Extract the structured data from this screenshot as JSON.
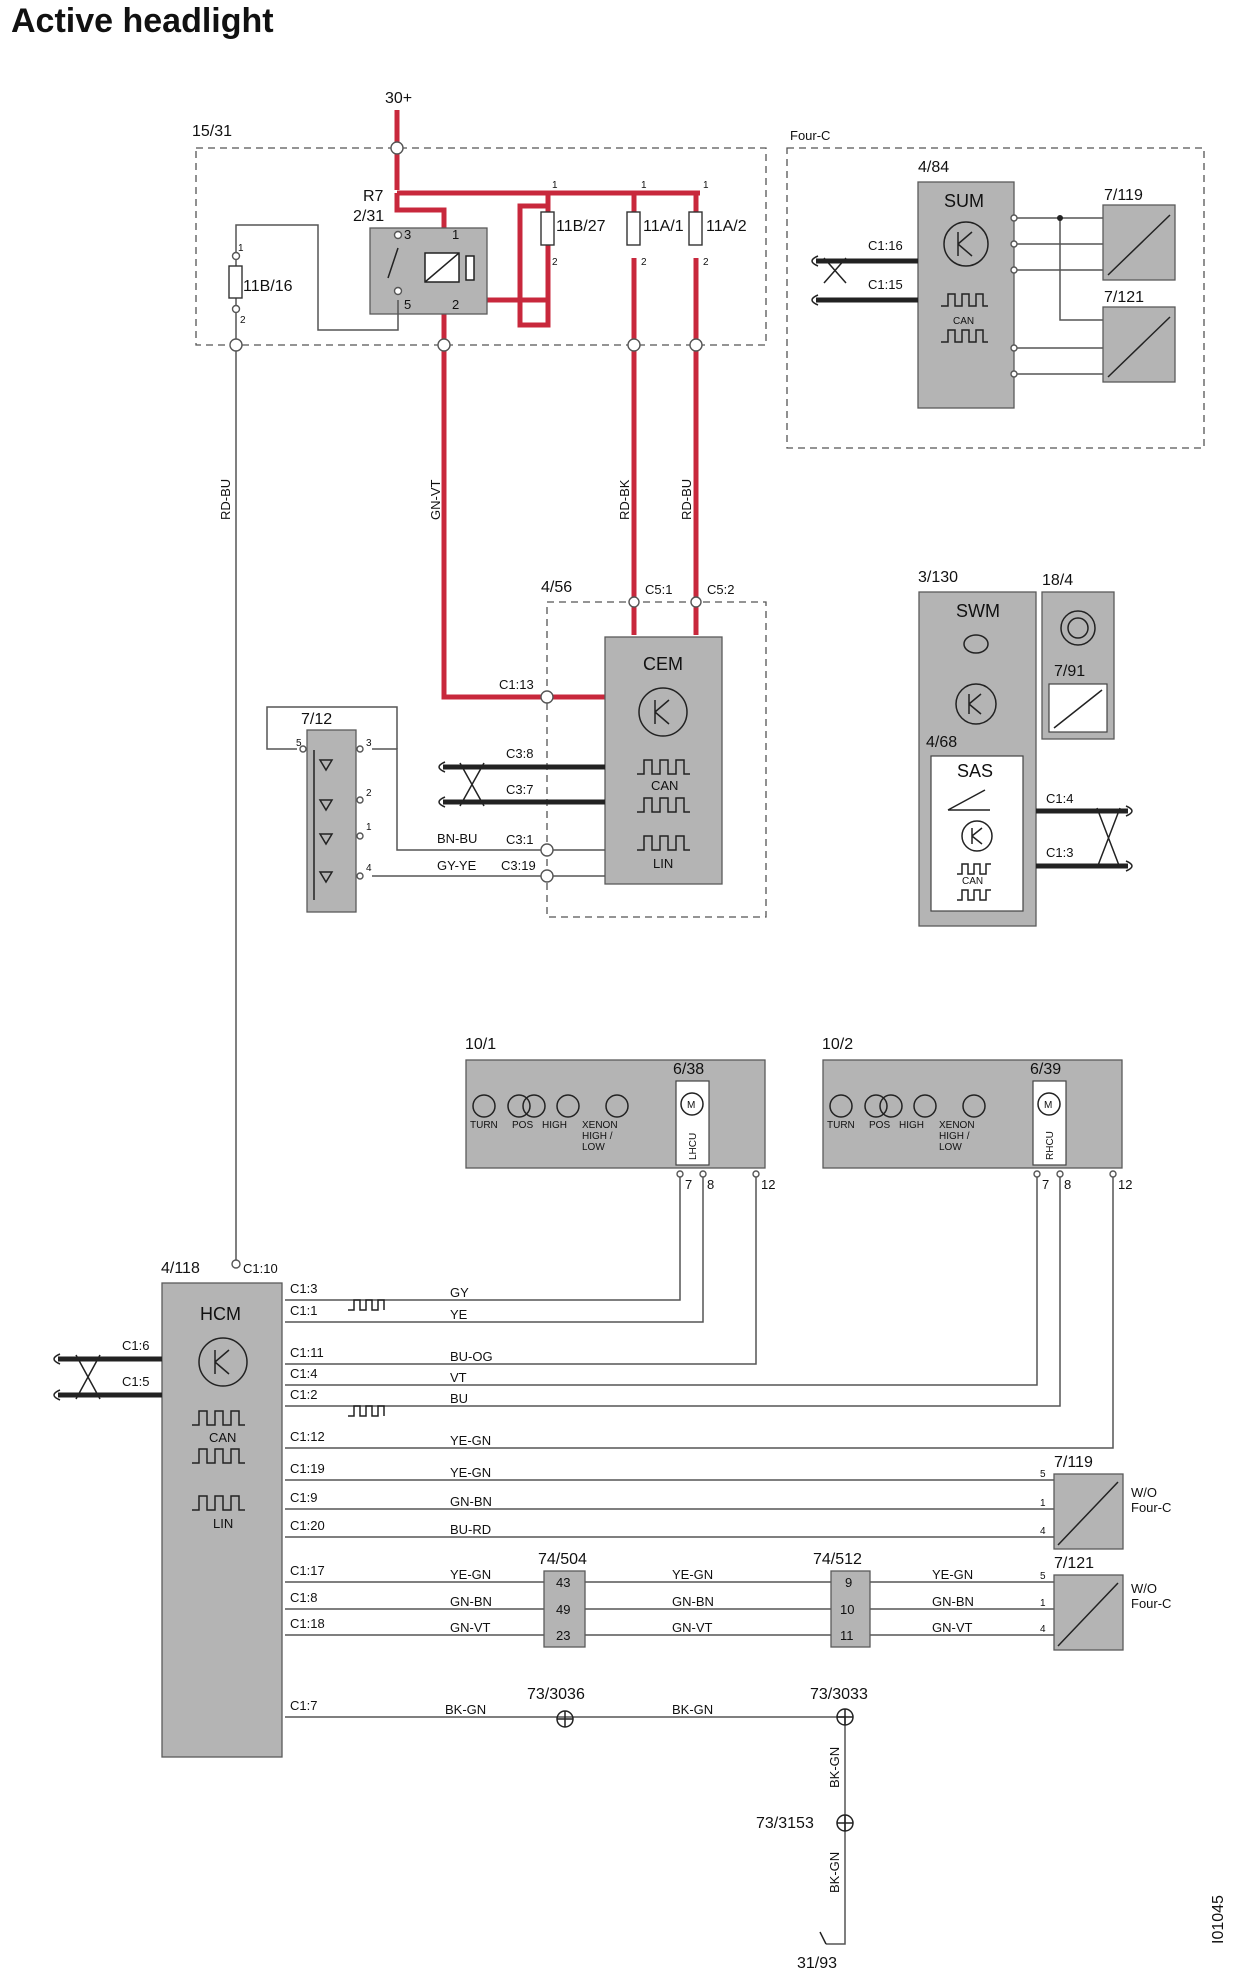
{
  "title": "Active headlight",
  "doc_id": "I01045",
  "supply": "30+",
  "ground": "31/93",
  "modules": {
    "fusebox": {
      "id": "15/31"
    },
    "relay": {
      "id": "2/31",
      "ref": "R7",
      "pins": [
        "3",
        "1",
        "5",
        "2"
      ]
    },
    "fuse_11b16": {
      "id": "11B/16",
      "pins": [
        "1",
        "2"
      ]
    },
    "fuse_11b27": {
      "id": "11B/27",
      "pins": [
        "1",
        "2"
      ]
    },
    "fuse_11a1": {
      "id": "11A/1",
      "pins": [
        "1",
        "2"
      ]
    },
    "fuse_11a2": {
      "id": "11A/2",
      "pins": [
        "1",
        "2"
      ]
    },
    "four_c": {
      "label": "Four-C"
    },
    "sum": {
      "id": "4/84",
      "name": "SUM",
      "can": "CAN",
      "pins": [
        "C1:16",
        "C1:15"
      ]
    },
    "sensor_7119_top": {
      "id": "7/119"
    },
    "sensor_7121_top": {
      "id": "7/121"
    },
    "cem": {
      "id": "4/56",
      "name": "CEM",
      "can": "CAN",
      "lin": "LIN",
      "pins": [
        "C5:1",
        "C5:2",
        "C1:13",
        "C3:8",
        "C3:7",
        "C3:1",
        "C3:19"
      ]
    },
    "switch_712": {
      "id": "7/12",
      "pins": [
        "5",
        "3",
        "2",
        "1",
        "4"
      ]
    },
    "swm": {
      "id": "3/130",
      "name": "SWM"
    },
    "sensor_184": {
      "id": "18/4"
    },
    "sensor_791": {
      "id": "7/91"
    },
    "sas": {
      "id": "4/68",
      "name": "SAS",
      "can": "CAN",
      "pins": [
        "C1:4",
        "C1:3"
      ]
    },
    "headlamp_left": {
      "id": "10/1",
      "motor_id": "6/38",
      "motor_ref": "LHCU",
      "bulbs": [
        "TURN",
        "POS",
        "HIGH",
        "XENON",
        "HIGH /",
        "LOW"
      ],
      "pins": [
        "7",
        "8",
        "12"
      ],
      "motor": "M"
    },
    "headlamp_right": {
      "id": "10/2",
      "motor_id": "6/39",
      "motor_ref": "RHCU",
      "bulbs": [
        "TURN",
        "POS",
        "HIGH",
        "XENON",
        "HIGH /",
        "LOW"
      ],
      "pins": [
        "7",
        "8",
        "12"
      ],
      "motor": "M"
    },
    "hcm": {
      "id": "4/118",
      "name": "HCM",
      "can": "CAN",
      "lin": "LIN",
      "top_pin": "C1:10",
      "can_pins": [
        "C1:6",
        "C1:5"
      ]
    },
    "sensor_7119": {
      "id": "7/119",
      "note": [
        "W/O",
        "Four-C"
      ],
      "pins": [
        "5",
        "1",
        "4"
      ]
    },
    "sensor_7121": {
      "id": "7/121",
      "note": [
        "W/O",
        "Four-C"
      ],
      "pins": [
        "5",
        "1",
        "4"
      ]
    },
    "connector_74504": {
      "id": "74/504",
      "pins": [
        "43",
        "49",
        "23"
      ]
    },
    "connector_74512": {
      "id": "74/512",
      "pins": [
        "9",
        "10",
        "11"
      ]
    },
    "splice_73036": {
      "id": "73/3036"
    },
    "splice_73033": {
      "id": "73/3033"
    },
    "splice_73153": {
      "id": "73/3153"
    }
  },
  "wire_colors": {
    "rd_bu_left": "RD-BU",
    "gn_vt": "GN-VT",
    "rd_bk": "RD-BK",
    "rd_bu": "RD-BU",
    "bn_bu": "BN-BU",
    "gy_ye": "GY-YE",
    "bk_gn": "BK-GN"
  },
  "hcm_wires": [
    {
      "pin": "C1:3",
      "color": "GY"
    },
    {
      "pin": "C1:1",
      "color": "YE"
    },
    {
      "pin": "C1:11",
      "color": "BU-OG"
    },
    {
      "pin": "C1:4",
      "color": "VT"
    },
    {
      "pin": "C1:2",
      "color": "BU"
    },
    {
      "pin": "C1:12",
      "color": "YE-GN"
    },
    {
      "pin": "C1:19",
      "color": "YE-GN"
    },
    {
      "pin": "C1:9",
      "color": "GN-BN"
    },
    {
      "pin": "C1:20",
      "color": "BU-RD"
    },
    {
      "pin": "C1:17",
      "color": "YE-GN"
    },
    {
      "pin": "C1:8",
      "color": "GN-BN"
    },
    {
      "pin": "C1:18",
      "color": "GN-VT"
    },
    {
      "pin": "C1:7",
      "color": "BK-GN"
    }
  ],
  "colors": {
    "power_wire": "#c8283c",
    "module_fill": "#b4b4b4",
    "can_wire": "#222222"
  }
}
